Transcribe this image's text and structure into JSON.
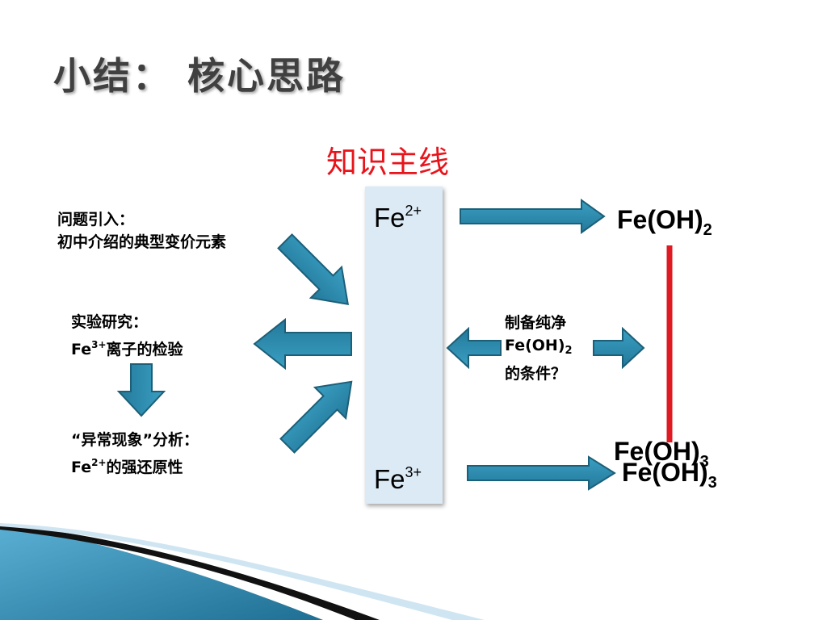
{
  "slide": {
    "title": "小结：  核心思路",
    "main_line": "知识主线",
    "notes": {
      "intro_line1": "问题引入：",
      "intro_line2": "初中介绍的典型变价元素",
      "experiment_line1": "实验研究：",
      "experiment_fe": "Fe",
      "experiment_charge": "3+",
      "experiment_rest": "离子的检验",
      "anomaly_line1": "“异常现象”分析：",
      "anomaly_fe": "Fe",
      "anomaly_charge": "2+",
      "anomaly_rest": "的强还原性",
      "prep_line1": "制备纯净",
      "prep_formula": "Fe(OH)",
      "prep_sub": "2",
      "prep_line3": "的条件？"
    },
    "ions": {
      "fe2_symbol": "Fe",
      "fe2_charge": "2+",
      "fe3_symbol": "Fe",
      "fe3_charge": "3+"
    },
    "compounds": {
      "feoh2_formula": "Fe(OH)",
      "feoh2_sub": "2",
      "feoh3_formula": "Fe(OH)",
      "feoh3_sub": "3"
    },
    "colors": {
      "title": "#404040",
      "main_line": "#e8141b",
      "arrow_fill": "#2e8fb0",
      "arrow_stroke": "#1c5f78",
      "red_line": "#e01a22",
      "panel": "#dbeaf5"
    }
  }
}
